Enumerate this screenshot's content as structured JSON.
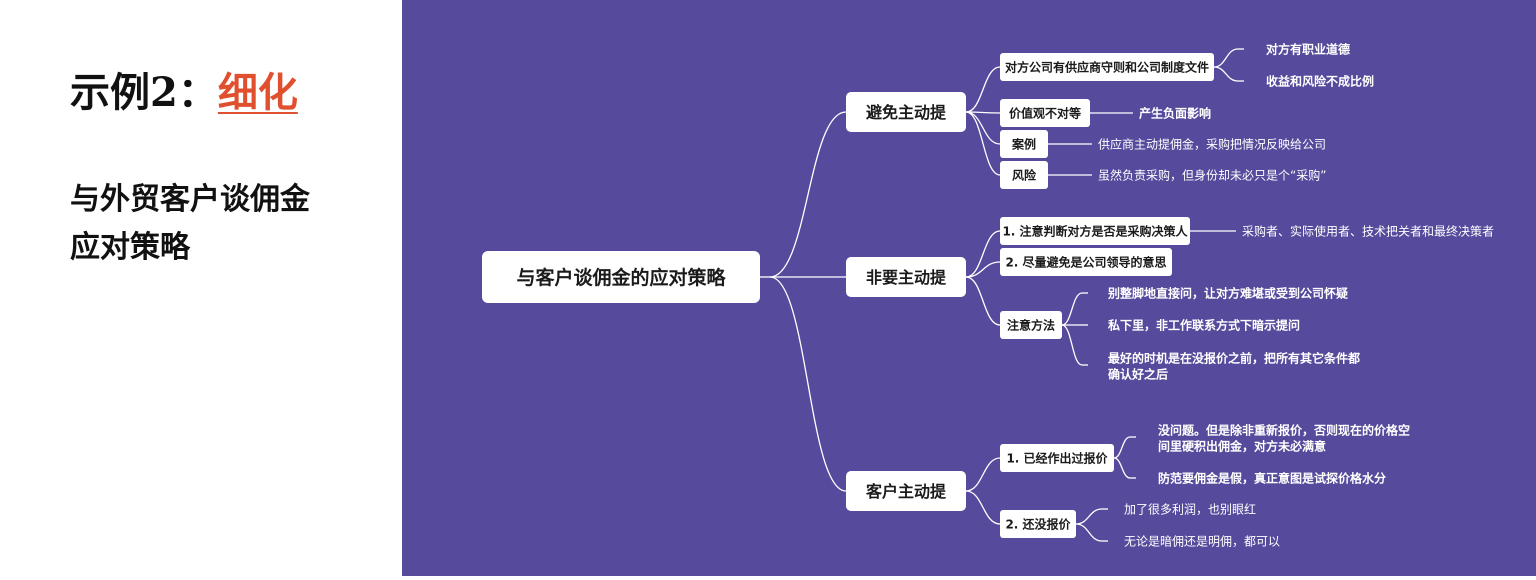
{
  "title": {
    "prefix": "示例2：",
    "highlight": "细化"
  },
  "subtitle_lines": [
    "与外贸客户谈佣金",
    "应对策略"
  ],
  "colors": {
    "panel": "#554a9c",
    "accent": "#e0502f",
    "node_bg": "#ffffff",
    "line": "#ffffff"
  },
  "mindmap": {
    "root": "与客户谈佣金的应对策略",
    "branches": [
      {
        "label": "避免主动提",
        "children": [
          {
            "label": "对方公司有供应商守则和公司制度文件",
            "children": [
              {
                "label": "对方有职业道德"
              },
              {
                "label": "收益和风险不成比例"
              }
            ]
          },
          {
            "label": "价值观不对等",
            "children": [
              {
                "label": "产生负面影响"
              }
            ]
          },
          {
            "label": "案例",
            "children": [
              {
                "label": "供应商主动提佣金，采购把情况反映给公司"
              }
            ]
          },
          {
            "label": "风险",
            "children": [
              {
                "label": "虽然负责采购，但身份却未必只是个“采购”"
              }
            ]
          }
        ]
      },
      {
        "label": "非要主动提",
        "children": [
          {
            "label": "1. 注意判断对方是否是采购决策人",
            "children": [
              {
                "label": "采购者、实际使用者、技术把关者和最终决策者"
              }
            ]
          },
          {
            "label": "2. 尽量避免是公司领导的意思"
          },
          {
            "label": "注意方法",
            "children": [
              {
                "label": "别整脚地直接问，让对方难堪或受到公司怀疑"
              },
              {
                "label": "私下里，非工作联系方式下暗示提问"
              },
              {
                "label": "最好的时机是在没报价之前，把所有其它条件都",
                "label2": "确认好之后"
              }
            ]
          }
        ]
      },
      {
        "label": "客户主动提",
        "children": [
          {
            "label": "1. 已经作出过报价",
            "children": [
              {
                "label": "没问题。但是除非重新报价，否则现在的价格空",
                "label2": "间里硬积出佣金，对方未必满意"
              },
              {
                "label": "防范要佣金是假，真正意图是试探价格水分"
              }
            ]
          },
          {
            "label": "2. 还没报价",
            "children": [
              {
                "label": "加了很多利润，也别眼红"
              },
              {
                "label": "无论是暗佣还是明佣，都可以"
              }
            ]
          }
        ]
      }
    ]
  }
}
